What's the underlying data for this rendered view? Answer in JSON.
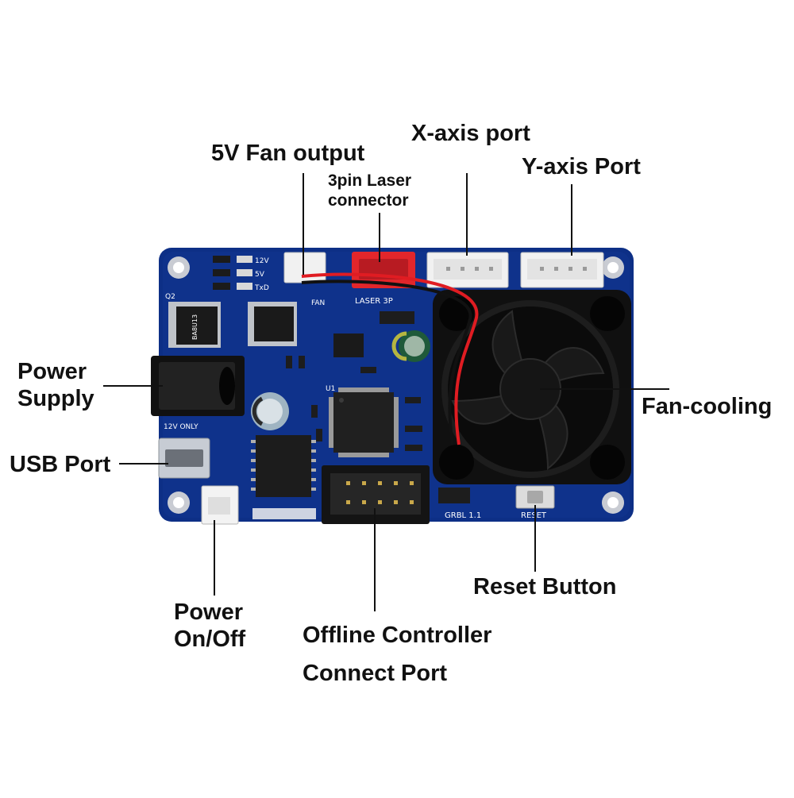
{
  "labels": {
    "fan_output": "5V Fan output",
    "laser_connector_line1": "3pin Laser",
    "laser_connector_line2": "connector",
    "x_axis": "X-axis port",
    "y_axis": "Y-axis Port",
    "power_supply_line1": "Power",
    "power_supply_line2": "Supply",
    "usb_port": "USB Port",
    "fan_cooling": "Fan-cooling",
    "reset_button": "Reset Button",
    "power_onoff_line1": "Power",
    "power_onoff_line2": "On/Off",
    "offline_controller_line1": "Offline Controller",
    "offline_controller_line2": "Connect Port"
  },
  "board": {
    "silkscreen": {
      "grbl": "GRBL 1.1",
      "reset": "RESET",
      "laser": "LASER 3P",
      "fan": "FAN",
      "power_note": "12V ONLY",
      "led_12v": "12V",
      "led_5v": "5V",
      "led_txd": "TxD",
      "q2": "Q2",
      "u1": "U1",
      "chip_mark": "BA8U13"
    }
  },
  "colors": {
    "pcb": "#0d2f86",
    "pcb_dark": "#0a2266",
    "connector_white": "#f1f1f1",
    "laser_connector": "#e2262b",
    "fan": "#111111",
    "silkscreen": "#ffffff"
  }
}
